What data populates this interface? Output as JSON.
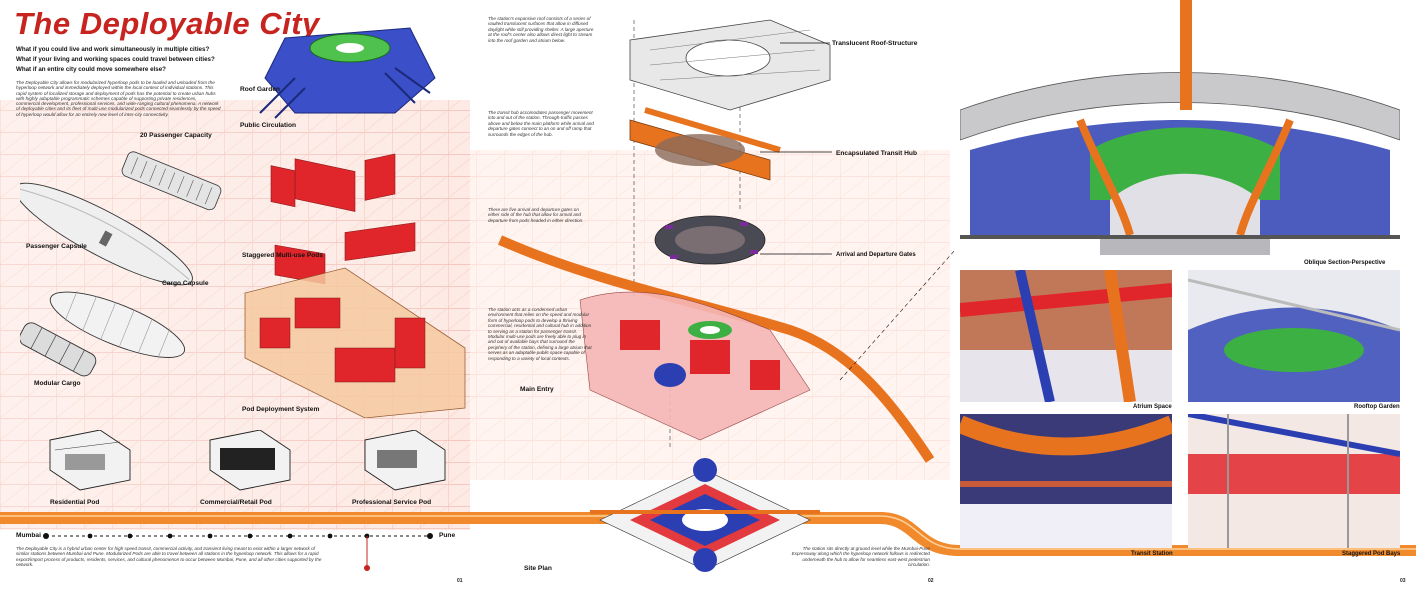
{
  "title": "The Deployable City",
  "questions": [
    "What if you could live and work simultaneously in multiple cities?",
    "What if your living and working spaces could travel between cities?",
    "What if an entire city could move somewhere else?"
  ],
  "intro_text": "The Deployable City allows for modularized hyperloop pods to be loaded and unloaded from the hyperloop network and immediately deployed within the local context of individual stations. This rapid system of localized storage and deployment of pods has the potential to create urban hubs with highly adaptable programmatic schemes capable of supporting private residences, commercial development, professional services, and wide-ranging cultural phenomena. A network of deployable cities and its fleet of multi-use modularized pods connected seamlessly by the speed of hyperloop would allow for an entirely new level of inter-city connectivity.",
  "labels": {
    "passenger_capacity": "20 Passenger Capacity",
    "passenger_capsule": "Passenger Capsule",
    "cargo_capsule": "Cargo Capsule",
    "modular_cargo": "Modular Cargo",
    "roof_garden": "Roof Garden",
    "public_circulation": "Public Circulation",
    "staggered_pods": "Staggered Multi-use Pods",
    "pod_deployment": "Pod Deployment System",
    "residential_pod": "Residential Pod",
    "commercial_pod": "Commercial/Retail Pod",
    "professional_pod": "Professional Service Pod",
    "roof_structure": "Translucent Roof-Structure",
    "transit_hub": "Encapsulated Transit Hub",
    "gates": "Arrival and Departure Gates",
    "main_entry": "Main Entry",
    "site_plan": "Site Plan",
    "oblique_section": "Oblique Section-Perspective",
    "atrium": "Atrium Space",
    "rooftop_garden": "Rooftop Garden",
    "transit_station": "Transit Station",
    "staggered_bays": "Staggered Pod Bays"
  },
  "route": {
    "from": "Mumbai",
    "to": "Pune"
  },
  "bottom_text": "The Deployable City is a hybrid urban center for high speed transit, commercial activity, and transient living meant to exist within a larger network of similar stations between Mumbai and Pune. Modularized Pods are able to travel between all stations in the hyperloop network. This allows for a rapid export/import process of products, residents, services, and cultural phenomenon to occur between Mumbai, Pune, and all other cities supported by the network.",
  "notes": {
    "roof": "The station's expansive roof consists of a series of vaulted translucent surfaces that allow in diffused daylight while still providing shelter. A large aperture at the roof's center also allows direct light to stream into the roof garden and atrium below.",
    "hub": "The transit hub accomodates passenger movement into and out of the station. Through-traffic passes above and below the main platform while arrival and departure gates connect to an on and off ramp that surrounds the edges of the hub.",
    "gates": "There are five arrival and departure gates on either side of the hub that allow for arrival and departure from pods headed in either direction.",
    "station": "The station acts as a condensed urban environment that relies on the speed and modular form of hyperloop pods to develop a thriving commercial, residential and cultural hub in addition to serving as a station for passenger transit. Modular multi-use pods are freely able to plug in and out of available bays that surround the periphery of the station, defining a large atrium that serves as an adaptable public space capable of responding to a variety of local contexts.",
    "site": "The station sits directly at ground level while the Mumbai-Pune Expressway along which the hyperloop network follows is redirected underneath the hub to allow for seamless east-west pedestrian circulation."
  },
  "page_numbers": [
    "01",
    "02",
    "03"
  ],
  "colors": {
    "title": "#c8241f",
    "pod_red": "#e0262b",
    "tube_orange": "#e8731f",
    "hub_blue": "#2b3fb3",
    "garden_green": "#3cb043"
  }
}
